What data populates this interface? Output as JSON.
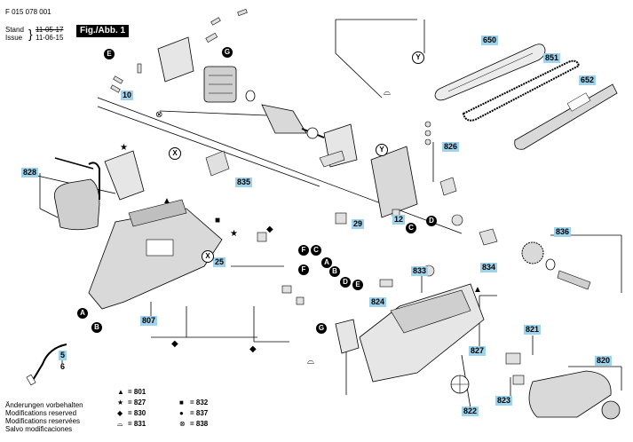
{
  "header": {
    "doc_number": "F 015 078 001",
    "stand_label": "Stand",
    "issue_label": "Issue",
    "stand_date": "11-05-17",
    "issue_date": "11-06-15",
    "figure_label": "Fig./Abb. 1"
  },
  "part_labels": [
    "650",
    "851",
    "652",
    "826",
    "828",
    "835",
    "29",
    "12",
    "25",
    "836",
    "833",
    "834",
    "824",
    "807",
    "10",
    "5",
    "6",
    "827",
    "821",
    "823",
    "820",
    "822"
  ],
  "letter_markers": [
    "A",
    "B",
    "C",
    "D",
    "E",
    "F",
    "G",
    "X",
    "Y"
  ],
  "legend": {
    "notes": [
      "Änderungen vorbehalten",
      "Modifications reserved",
      "Modifications reservées",
      "Salvo modificaciones"
    ],
    "items": [
      {
        "symbol": "▲",
        "text": "= 801"
      },
      {
        "symbol": "★",
        "text": "= 827"
      },
      {
        "symbol": "◆",
        "text": "= 830"
      },
      {
        "symbol": "⌓",
        "text": "= 831"
      },
      {
        "symbol": "■",
        "text": "= 832"
      },
      {
        "symbol": "●",
        "text": "= 837"
      },
      {
        "symbol": "⊗",
        "text": "= 838"
      }
    ]
  },
  "colors": {
    "label_highlight": "#9fd3ec",
    "line": "#000000",
    "part_fill": "#d9d9d9"
  }
}
